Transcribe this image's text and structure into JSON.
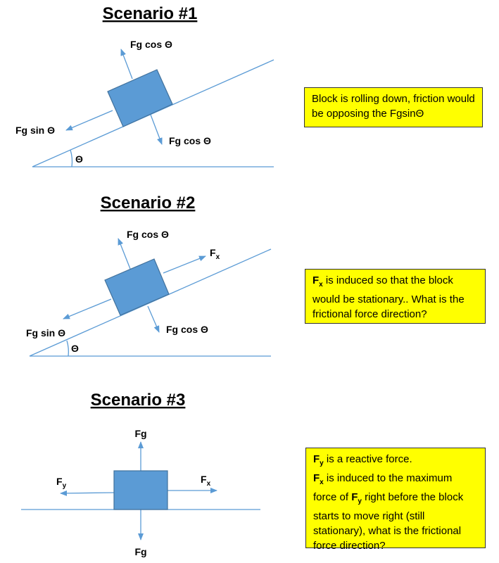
{
  "scenarios": [
    {
      "title": "Scenario #1",
      "labels": {
        "normal_up": "Fg cos Θ",
        "parallel_down": "Fg sin Θ",
        "normal_down": "Fg cos Θ",
        "angle": "Θ"
      },
      "note": "Block is rolling down, friction would be opposing the FgsinΘ"
    },
    {
      "title": "Scenario #2",
      "labels": {
        "normal_up": "Fg cos Θ",
        "parallel_down": "Fg sin Θ",
        "normal_down": "Fg cos Θ",
        "angle": "Θ",
        "applied_main": "F",
        "applied_sub": "x"
      },
      "note": {
        "f": "F",
        "x": "x",
        "rest": " is induced so that the block would be stationary.. What is the frictional force direction?"
      }
    },
    {
      "title": "Scenario #3",
      "labels": {
        "up": "Fg",
        "down": "Fg",
        "left_main": "F",
        "left_sub": "y",
        "right_main": "F",
        "right_sub": "x"
      },
      "note": {
        "f": "F",
        "y": "y",
        "x": "x",
        "line1_rest": " is a reactive force.",
        "line2_rest": " is induced to the maximum force of ",
        "line2_end": " right before the block starts to move right (still stationary), what is the frictional force direction?"
      }
    }
  ],
  "colors": {
    "arrow": "#5b9bd5",
    "block": "#5b9bd5",
    "note_bg": "#ffff00"
  }
}
